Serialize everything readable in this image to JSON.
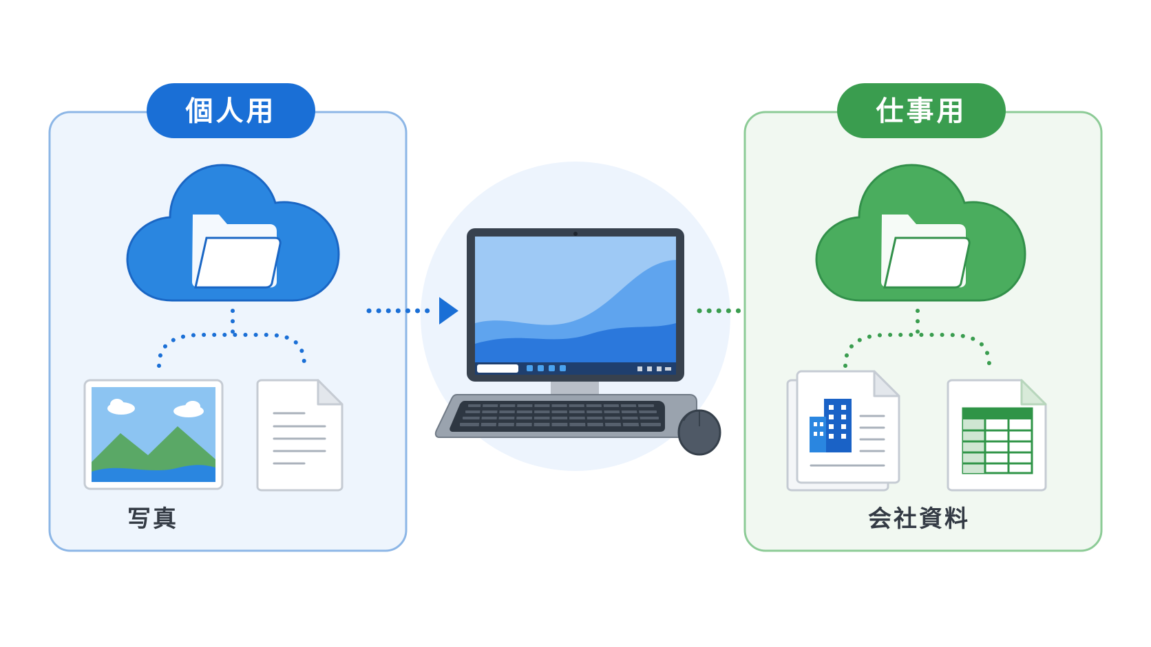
{
  "personal": {
    "badge_label": "個人用",
    "caption": "写真",
    "accent": "#1a6fd6",
    "panel_fill": "#eef5fd",
    "panel_border": "#8cb6e6",
    "cloud": "cloud-folder-icon",
    "items": [
      "photo-image-icon",
      "text-document-icon"
    ]
  },
  "work": {
    "badge_label": "仕事用",
    "caption": "会社資料",
    "accent": "#3a9d4f",
    "panel_fill": "#f1f8f1",
    "panel_border": "#8ccb96",
    "cloud": "cloud-folder-icon",
    "items": [
      "company-document-icon",
      "spreadsheet-icon"
    ]
  },
  "center": {
    "device": "desktop-computer-icon"
  }
}
